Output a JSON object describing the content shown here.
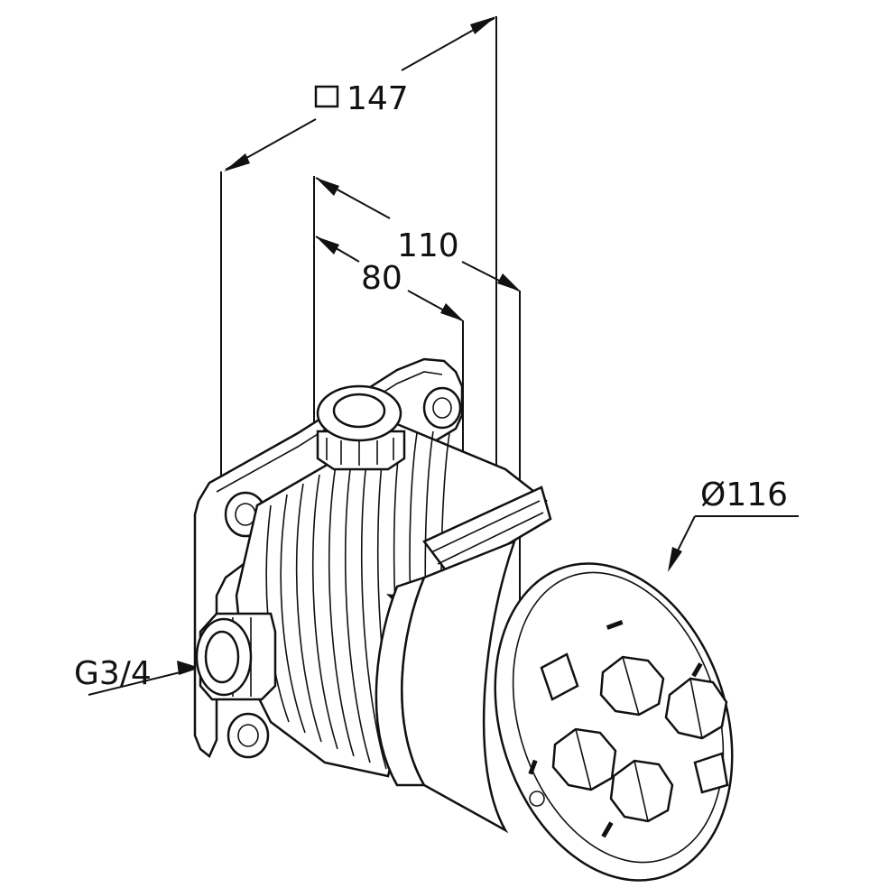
{
  "dimensions": {
    "square_symbol": "□",
    "square_value": "147",
    "depth_110": "110",
    "depth_80": "80",
    "diameter": "Ø116",
    "thread": "G3/4"
  },
  "colors": {
    "line": "#111111",
    "background": "#ffffff",
    "fill_gray": "#d9d9d9"
  },
  "icons": {
    "square": "square-symbol-icon"
  }
}
